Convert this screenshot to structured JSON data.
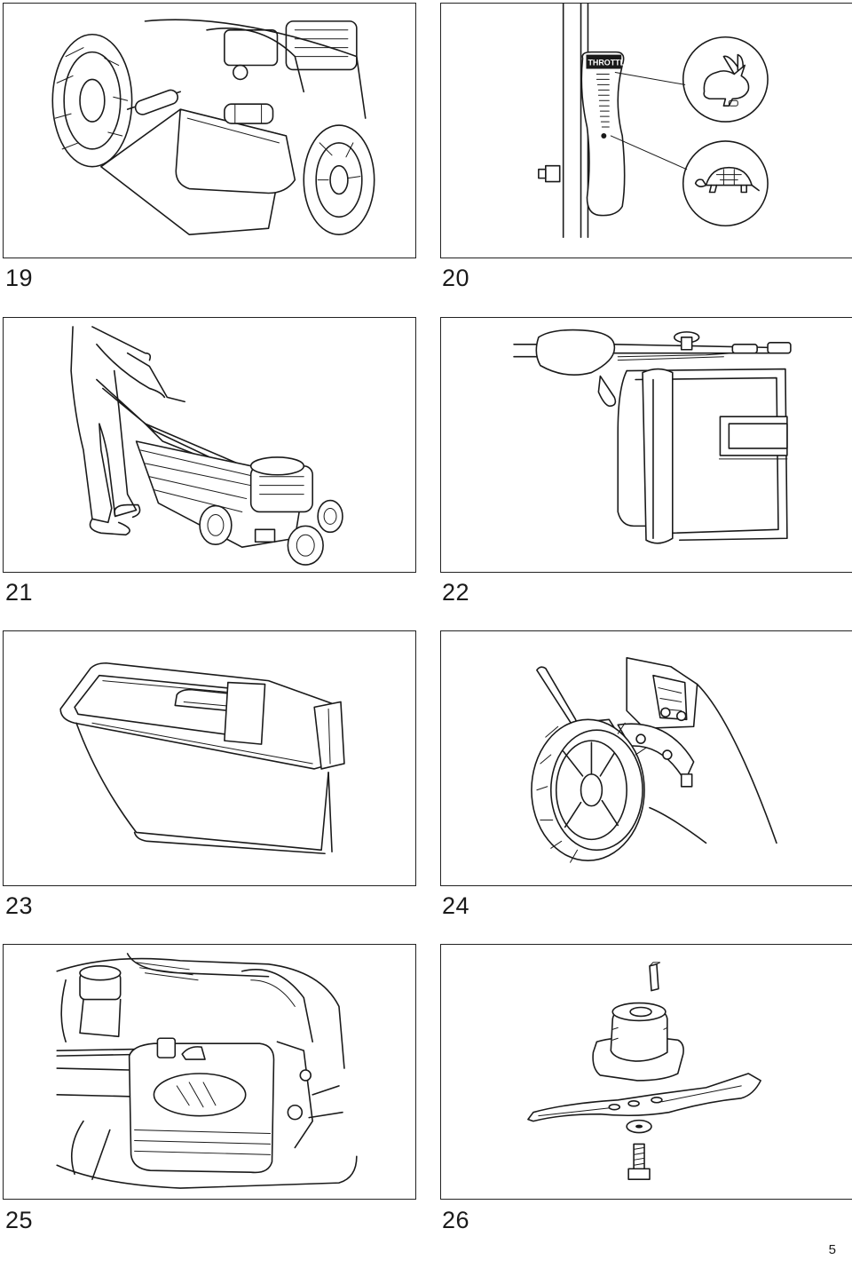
{
  "figures": [
    {
      "number": "19"
    },
    {
      "number": "20",
      "label": "THROTTLE"
    },
    {
      "number": "21"
    },
    {
      "number": "22"
    },
    {
      "number": "23"
    },
    {
      "number": "24"
    },
    {
      "number": "25"
    },
    {
      "number": "26"
    }
  ],
  "page_number": "5",
  "icons": {
    "fast": "rabbit-icon",
    "slow": "turtle-icon"
  }
}
